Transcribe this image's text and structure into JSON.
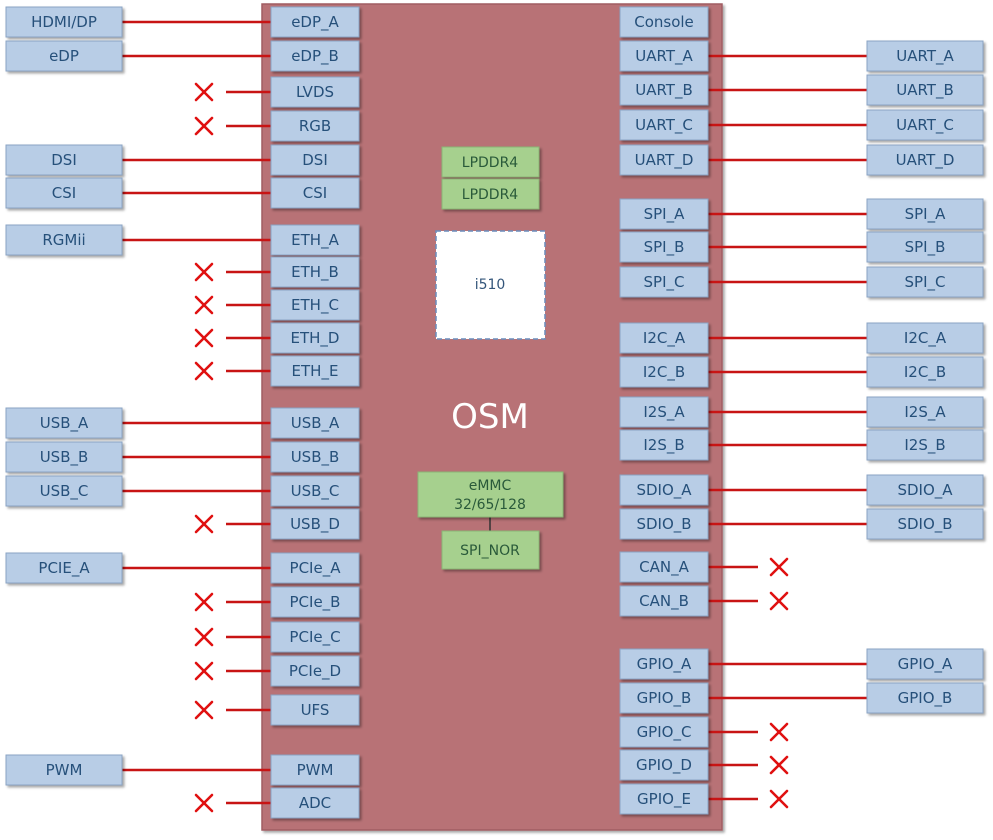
{
  "module": {
    "label": "OSM",
    "color": "#b87276"
  },
  "colors": {
    "line": "#c81414",
    "box_fill": "#b8cde6",
    "box_stroke": "#8aa4c4",
    "mem_fill": "#a6d08e",
    "cross": "#e01010"
  },
  "memory": {
    "lpddr_top": "LPDDR4",
    "lpddr_bottom": "LPDDR4",
    "emmc_line1": "eMMC",
    "emmc_line2": "32/65/128",
    "spi_nor": "SPI_NOR"
  },
  "soc": {
    "label": "i510"
  },
  "left_pins": [
    {
      "label": "eDP_A",
      "ext": "HDMI/DP",
      "nc": false
    },
    {
      "label": "eDP_B",
      "ext": "eDP",
      "nc": false
    },
    {
      "label": "LVDS",
      "ext": "",
      "nc": true
    },
    {
      "label": "RGB",
      "ext": "",
      "nc": true
    },
    {
      "label": "DSI",
      "ext": "DSI",
      "nc": false
    },
    {
      "label": "CSI",
      "ext": "CSI",
      "nc": false
    },
    {
      "label": "ETH_A",
      "ext": "RGMii",
      "nc": false
    },
    {
      "label": "ETH_B",
      "ext": "",
      "nc": true
    },
    {
      "label": "ETH_C",
      "ext": "",
      "nc": true
    },
    {
      "label": "ETH_D",
      "ext": "",
      "nc": true
    },
    {
      "label": "ETH_E",
      "ext": "",
      "nc": true
    },
    {
      "label": "USB_A",
      "ext": "USB_A",
      "nc": false
    },
    {
      "label": "USB_B",
      "ext": "USB_B",
      "nc": false
    },
    {
      "label": "USB_C",
      "ext": "USB_C",
      "nc": false
    },
    {
      "label": "USB_D",
      "ext": "",
      "nc": true
    },
    {
      "label": "PCIe_A",
      "ext": "PCIE_A",
      "nc": false
    },
    {
      "label": "PCIe_B",
      "ext": "",
      "nc": true
    },
    {
      "label": "PCIe_C",
      "ext": "",
      "nc": true
    },
    {
      "label": "PCIe_D",
      "ext": "",
      "nc": true
    },
    {
      "label": "UFS",
      "ext": "",
      "nc": true
    },
    {
      "label": "PWM",
      "ext": "PWM",
      "nc": false
    },
    {
      "label": "ADC",
      "ext": "",
      "nc": true
    }
  ],
  "right_pins": [
    {
      "label": "Console",
      "ext": "",
      "nc": false
    },
    {
      "label": "UART_A",
      "ext": "UART_A",
      "nc": false
    },
    {
      "label": "UART_B",
      "ext": "UART_B",
      "nc": false
    },
    {
      "label": "UART_C",
      "ext": "UART_C",
      "nc": false
    },
    {
      "label": "UART_D",
      "ext": "UART_D",
      "nc": false
    },
    {
      "label": "SPI_A",
      "ext": "SPI_A",
      "nc": false
    },
    {
      "label": "SPI_B",
      "ext": "SPI_B",
      "nc": false
    },
    {
      "label": "SPI_C",
      "ext": "SPI_C",
      "nc": false
    },
    {
      "label": "I2C_A",
      "ext": "I2C_A",
      "nc": false
    },
    {
      "label": "I2C_B",
      "ext": "I2C_B",
      "nc": false
    },
    {
      "label": "I2S_A",
      "ext": "I2S_A",
      "nc": false
    },
    {
      "label": "I2S_B",
      "ext": "I2S_B",
      "nc": false
    },
    {
      "label": "SDIO_A",
      "ext": "SDIO_A",
      "nc": false
    },
    {
      "label": "SDIO_B",
      "ext": "SDIO_B",
      "nc": false
    },
    {
      "label": "CAN_A",
      "ext": "",
      "nc": true
    },
    {
      "label": "CAN_B",
      "ext": "",
      "nc": true
    },
    {
      "label": "GPIO_A",
      "ext": "GPIO_A",
      "nc": false
    },
    {
      "label": "GPIO_B",
      "ext": "GPIO_B",
      "nc": false
    },
    {
      "label": "GPIO_C",
      "ext": "",
      "nc": true
    },
    {
      "label": "GPIO_D",
      "ext": "",
      "nc": true
    },
    {
      "label": "GPIO_E",
      "ext": "",
      "nc": true
    }
  ]
}
